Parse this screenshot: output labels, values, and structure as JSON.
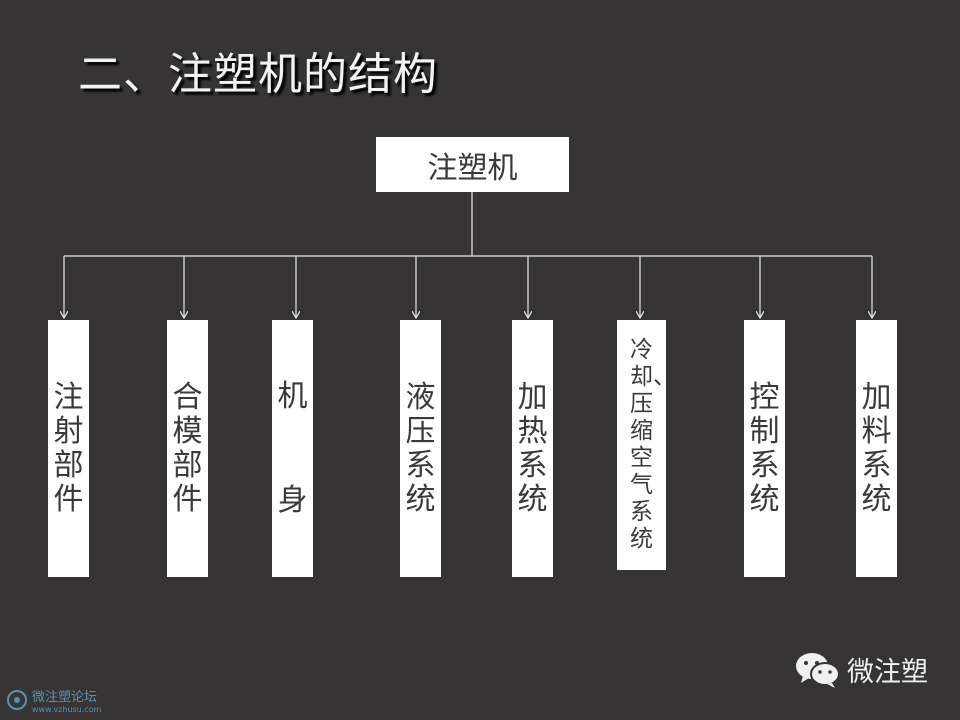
{
  "title": "二、注塑机的结构",
  "root": "注塑机",
  "children": [
    "注射部件",
    "合模部件",
    "机身",
    "液压系统",
    "加热系统",
    "冷却、压缩空气系统",
    "控制系统",
    "加料系统"
  ],
  "brand": "微注塑",
  "watermark": {
    "name": "微注塑论坛",
    "url": "www.vzhusu.com"
  },
  "colors": {
    "background": "#363434",
    "box": "#ffffff",
    "line": "#e8e8e8"
  }
}
